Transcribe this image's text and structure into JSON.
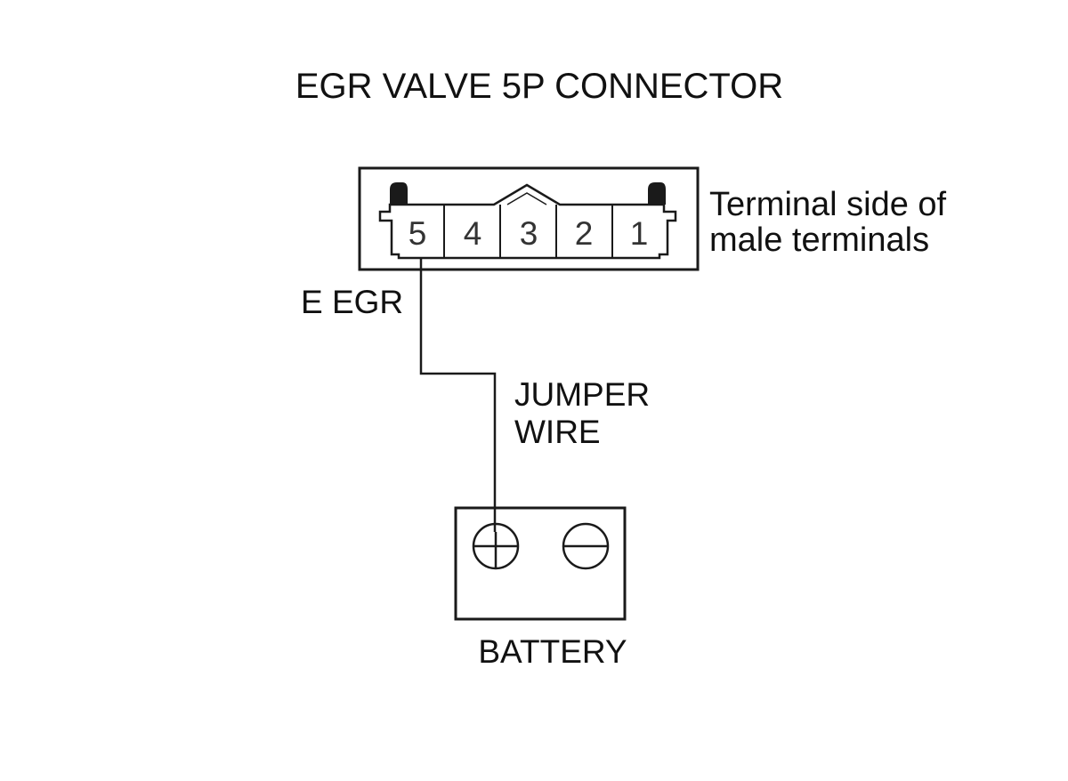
{
  "title": "EGR VALVE 5P CONNECTOR",
  "connector": {
    "pins": [
      "5",
      "4",
      "3",
      "2",
      "1"
    ],
    "side_note_line1": "Terminal side of",
    "side_note_line2": "male terminals"
  },
  "wire": {
    "terminal_label": "E EGR",
    "jumper_line1": "JUMPER",
    "jumper_line2": "WIRE"
  },
  "battery": {
    "label": "BATTERY",
    "positive_icon": "plus-terminal-icon",
    "negative_icon": "minus-terminal-icon"
  },
  "colors": {
    "line": "#1a1a1a",
    "text": "#111111"
  }
}
